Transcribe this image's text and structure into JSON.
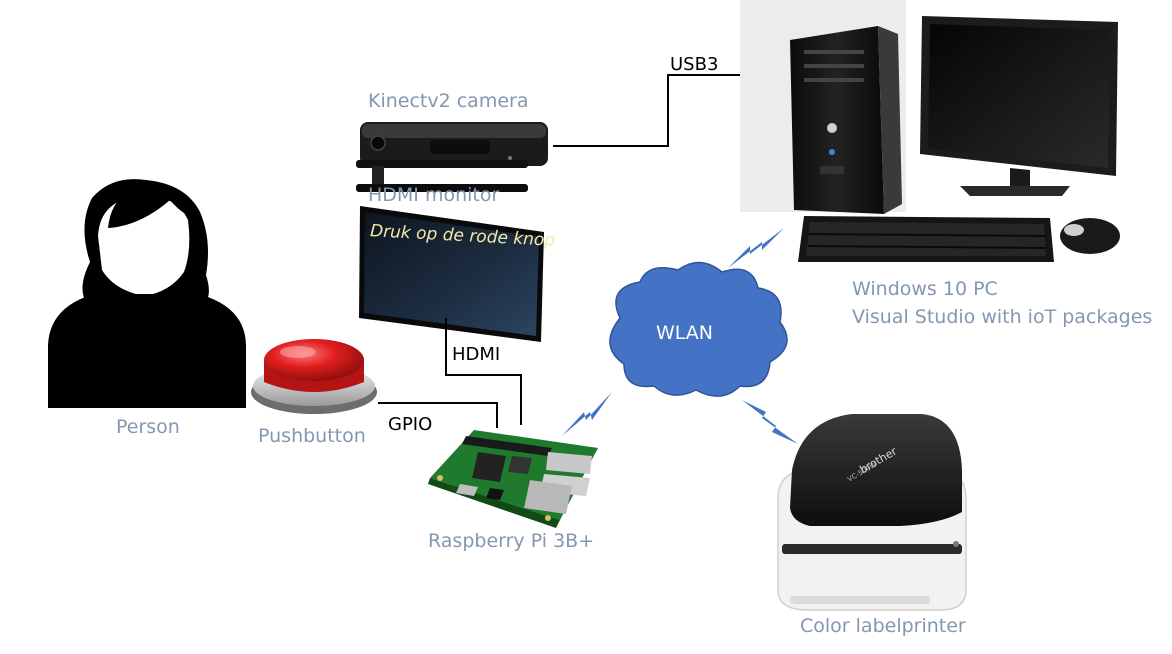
{
  "labels": {
    "person": "Person",
    "pushbutton": "Pushbutton",
    "kinect": "Kinectv2 camera",
    "hdmi_monitor": "HDMI monitor",
    "monitor_text": "Druk op de rode knop",
    "raspberry": "Raspberry Pi 3B+",
    "windows_line1": "Windows 10 PC",
    "windows_line2": "Visual Studio with ioT packages",
    "printer": "Color labelprinter",
    "printer_brand": "brother",
    "printer_model": "VC-500W",
    "wlan": "WLAN"
  },
  "connections": {
    "usb3": "USB3",
    "hdmi": "HDMI",
    "gpio": "GPIO"
  },
  "colors": {
    "label_gray": "#8497b0",
    "cloud_fill": "#4472c4",
    "lightning": "#4472c4",
    "button_red": "#d42020"
  }
}
